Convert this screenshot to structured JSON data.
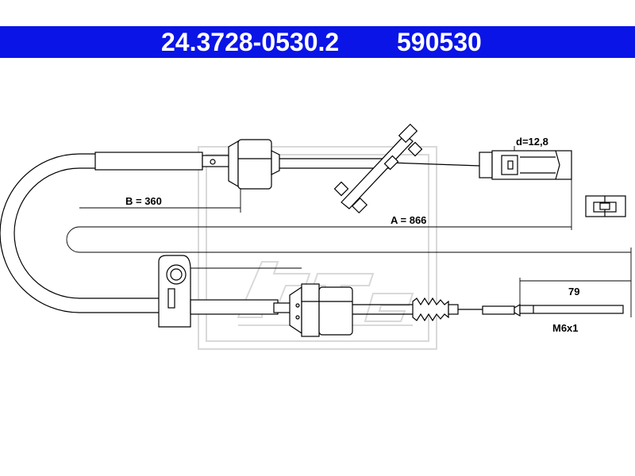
{
  "header": {
    "part_number": "24.3728-0530.2",
    "ref_number": "590530",
    "background": "#0a14e6",
    "text_color": "#ffffff"
  },
  "dimensions": {
    "d": "d=12,8",
    "b": "B = 360",
    "a": "A = 866",
    "thread_len": "79",
    "thread": "M6x1"
  },
  "watermark": {
    "brand": "ate",
    "color": "#d9d9d9"
  }
}
